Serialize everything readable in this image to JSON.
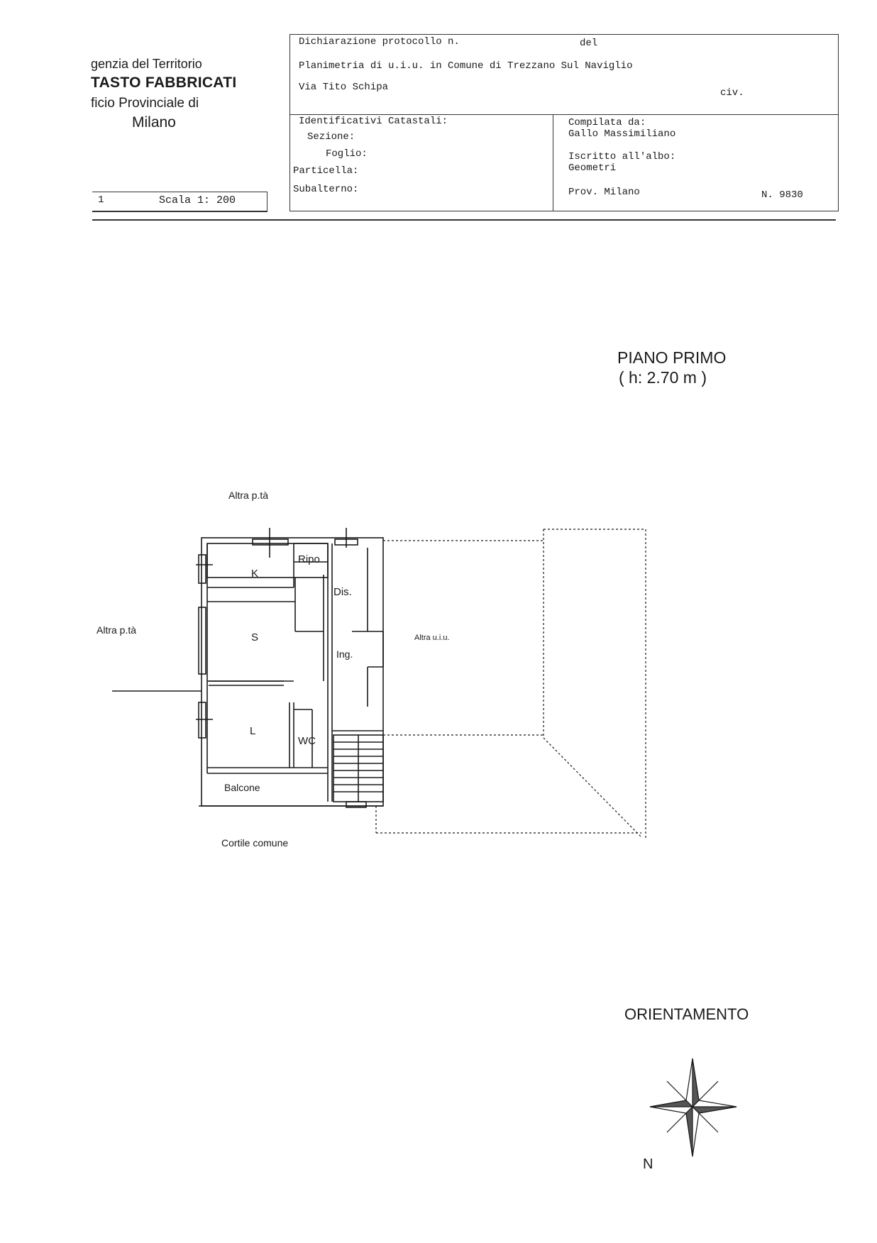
{
  "agency": {
    "line1": "genzia del Territorio",
    "line2": "TASTO FABBRICATI",
    "line3": "ficio Provinciale di",
    "line4": "Milano"
  },
  "sheet": {
    "number": "1",
    "scale": "Scala 1: 200"
  },
  "form": {
    "protocol_label": "Dichiarazione protocollo n.",
    "del_label": "del",
    "plan_line": "Planimetria di u.i.u. in Comune di Trezzano Sul Naviglio",
    "address": "Via Tito Schipa",
    "civ_label": "civ.",
    "identifiers_label": "Identificativi Catastali:",
    "section_label": "Sezione:",
    "sheet_label": "Foglio:",
    "parcel_label": "Particella:",
    "subunit_label": "Subalterno:",
    "compiled_label": "Compilata da:",
    "compiled_name": "Gallo Massimiliano",
    "registered_label": "Iscritto all'albo:",
    "registered_value": "Geometri",
    "province": "Prov. Milano",
    "registration_number": "N.  9830"
  },
  "plan": {
    "floor_title": "PIANO PRIMO",
    "height": "( h: 2.70 m )",
    "labels": {
      "other_property_top": "Altra p.tà",
      "other_property_left": "Altra p.tà",
      "kitchen": "K",
      "storage": "Ripo",
      "hall": "Dis.",
      "living": "S",
      "entrance": "Ing.",
      "bedroom": "L",
      "bathroom": "WC",
      "balcony": "Balcone",
      "other_unit": "Altra u.i.u.",
      "courtyard": "Cortile comune"
    }
  },
  "orientation": {
    "title": "ORIENTAMENTO",
    "north": "N"
  }
}
